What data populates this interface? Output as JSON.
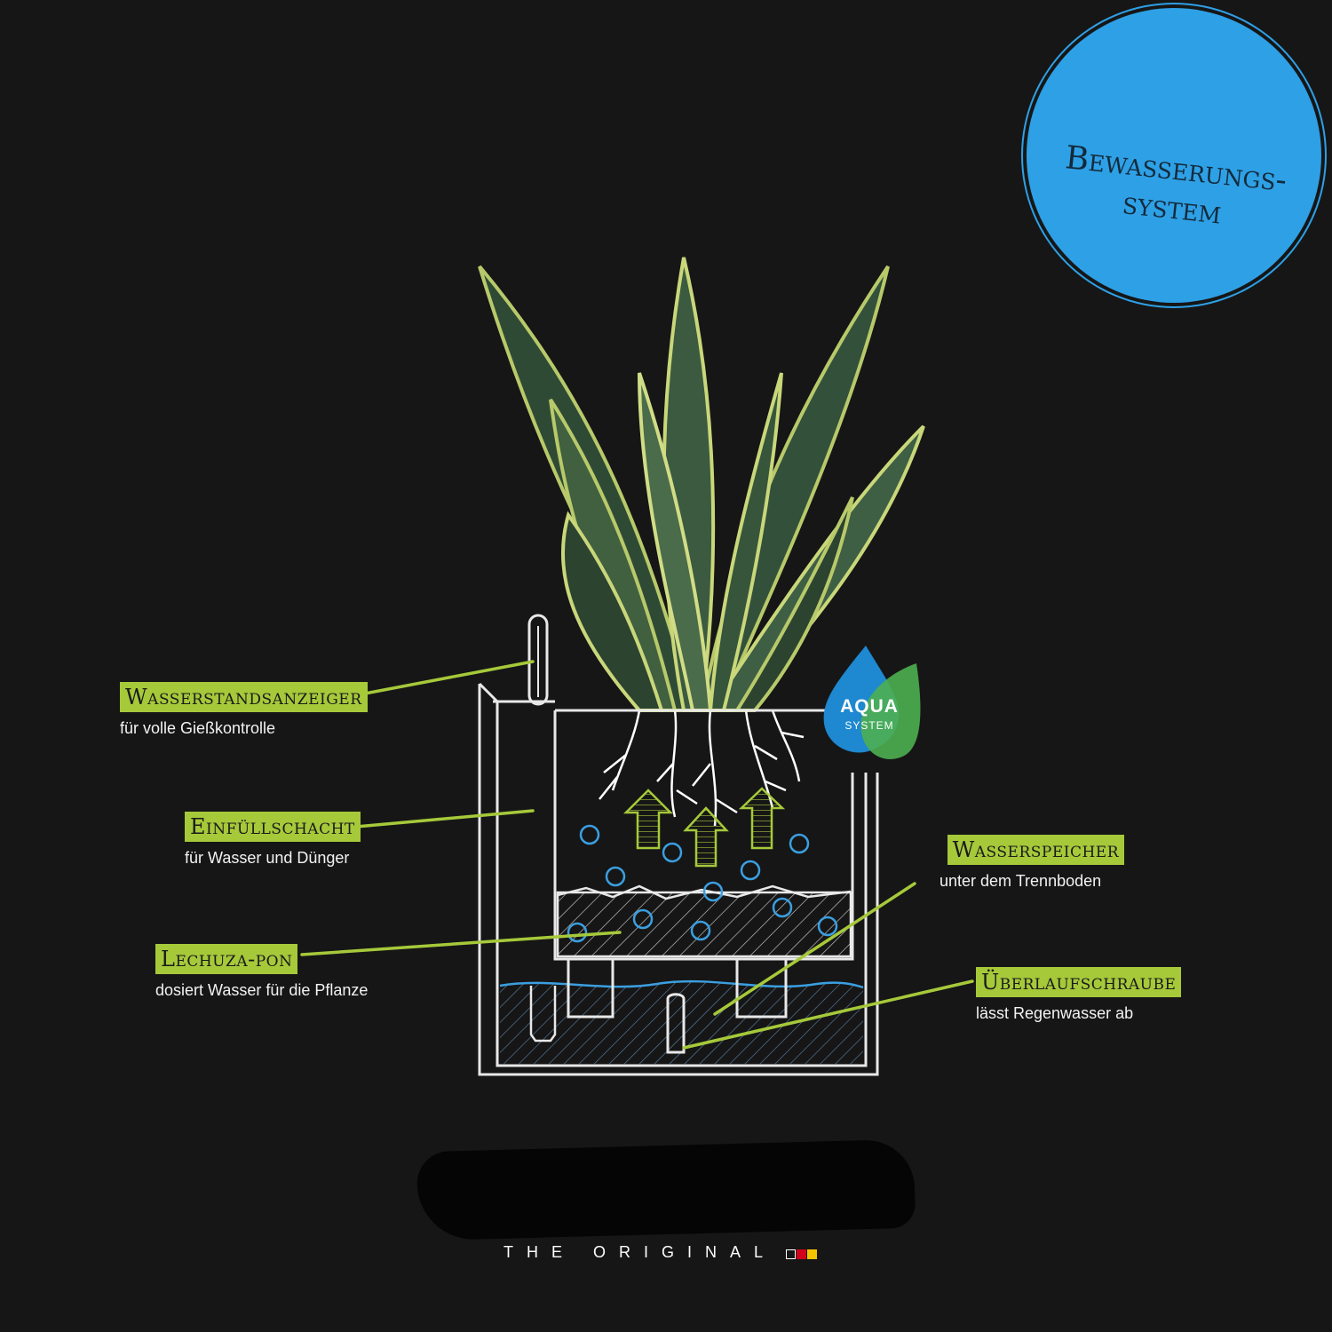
{
  "badge": {
    "line1": "Bewasserungs-",
    "line2": "system"
  },
  "aqua_logo": {
    "word": "AQUA",
    "sub": "SYSTEM"
  },
  "labels": [
    {
      "key": "wasserstandsanzeiger",
      "title": "Wasserstandsanzeiger",
      "desc": "für volle Gießkontrolle"
    },
    {
      "key": "einfuellschacht",
      "title": "Einfüllschacht",
      "desc": "für Wasser und Dünger"
    },
    {
      "key": "lechuza-pon",
      "title": "Lechuza-pon",
      "desc": "dosiert Wasser für die Pflanze"
    },
    {
      "key": "wasserspeicher",
      "title": "Wasserspeicher",
      "desc": "unter dem Trennboden"
    },
    {
      "key": "ueberlaufschraube",
      "title": "Überlaufschraube",
      "desc": "lässt Regenwasser ab"
    }
  ],
  "footer": {
    "tagline": "THE ORIGINAL",
    "flag_colors": [
      "#161616",
      "#d0021b",
      "#f5c400"
    ]
  },
  "colors": {
    "background": "#161616",
    "label_green": "#a6c93a",
    "badge_blue": "#2ea0e6",
    "water_blue": "#3b9fe0",
    "sketch_white": "#e8e8e8"
  }
}
